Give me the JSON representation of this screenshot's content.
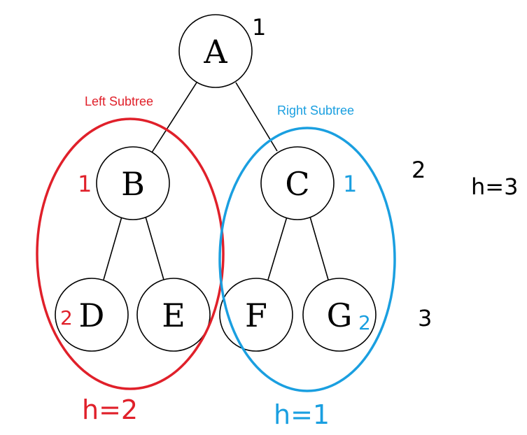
{
  "colors": {
    "ink": "#000000",
    "left_subtree": "#e0202a",
    "right_subtree": "#1a9fe0"
  },
  "nodes": {
    "a": "A",
    "b": "B",
    "c": "C",
    "d": "D",
    "e": "E",
    "f": "F",
    "g": "G"
  },
  "labels": {
    "left_subtree": "Left Subtree",
    "right_subtree": "Right Subtree"
  },
  "annotations": {
    "level_1": "1",
    "level_2": "2",
    "level_3": "3",
    "total_height": "h=3",
    "left_height": "h=2",
    "right_height": "h=1",
    "b_depth": "1",
    "c_depth": "1",
    "d_depth": "2",
    "g_depth": "2"
  }
}
